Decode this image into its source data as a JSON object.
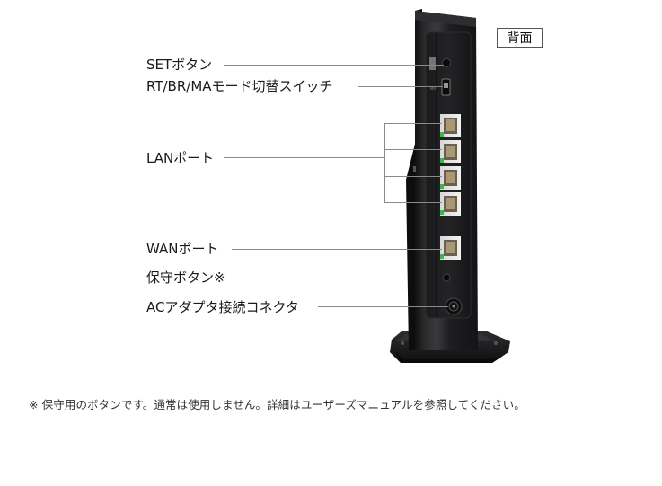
{
  "view_badge": "背面",
  "labels": {
    "set_button": "SETボタン",
    "mode_switch": "RT/BR/MAモード切替スイッチ",
    "lan_port": "LANポート",
    "wan_port": "WANポート",
    "maintenance_button": "保守ボタン※",
    "ac_adapter": "ACアダプタ接続コネクタ"
  },
  "footnote": "※ 保守用のボタンです。通常は使用しません。詳細はユーザーズマニュアルを参照してください。",
  "device": {
    "lan_port_count": 4,
    "wan_port_count": 1,
    "body_color": "#1c1c1e",
    "port_led_color": "#3fb34f"
  }
}
